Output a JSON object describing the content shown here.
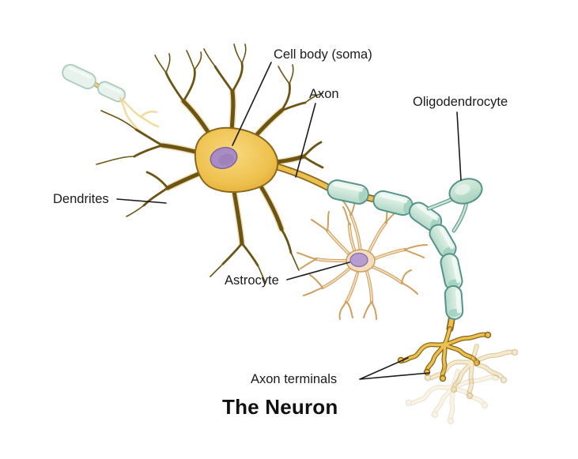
{
  "diagram": {
    "title": "The Neuron",
    "labels": {
      "cell_body": "Cell body (soma)",
      "axon": "Axon",
      "oligodendrocyte": "Oligodendrocyte",
      "dendrites": "Dendrites",
      "astrocyte": "Astrocyte",
      "axon_terminals": "Axon terminals"
    },
    "colors": {
      "soma_fill": "#eec04d",
      "soma_outline": "#8a671b",
      "dendrite": "#6b5414",
      "nucleus": "#a98cc3",
      "myelin_fill": "#cfe8db",
      "myelin_outline": "#55938a",
      "node_gold": "#ecc04f",
      "astrocyte_fill": "#f3ddbc",
      "astrocyte_outline": "#cf9f5f",
      "astrocyte_nucleus": "#b79cd1",
      "label_text": "#1b1b1b",
      "background": "#ffffff"
    }
  }
}
